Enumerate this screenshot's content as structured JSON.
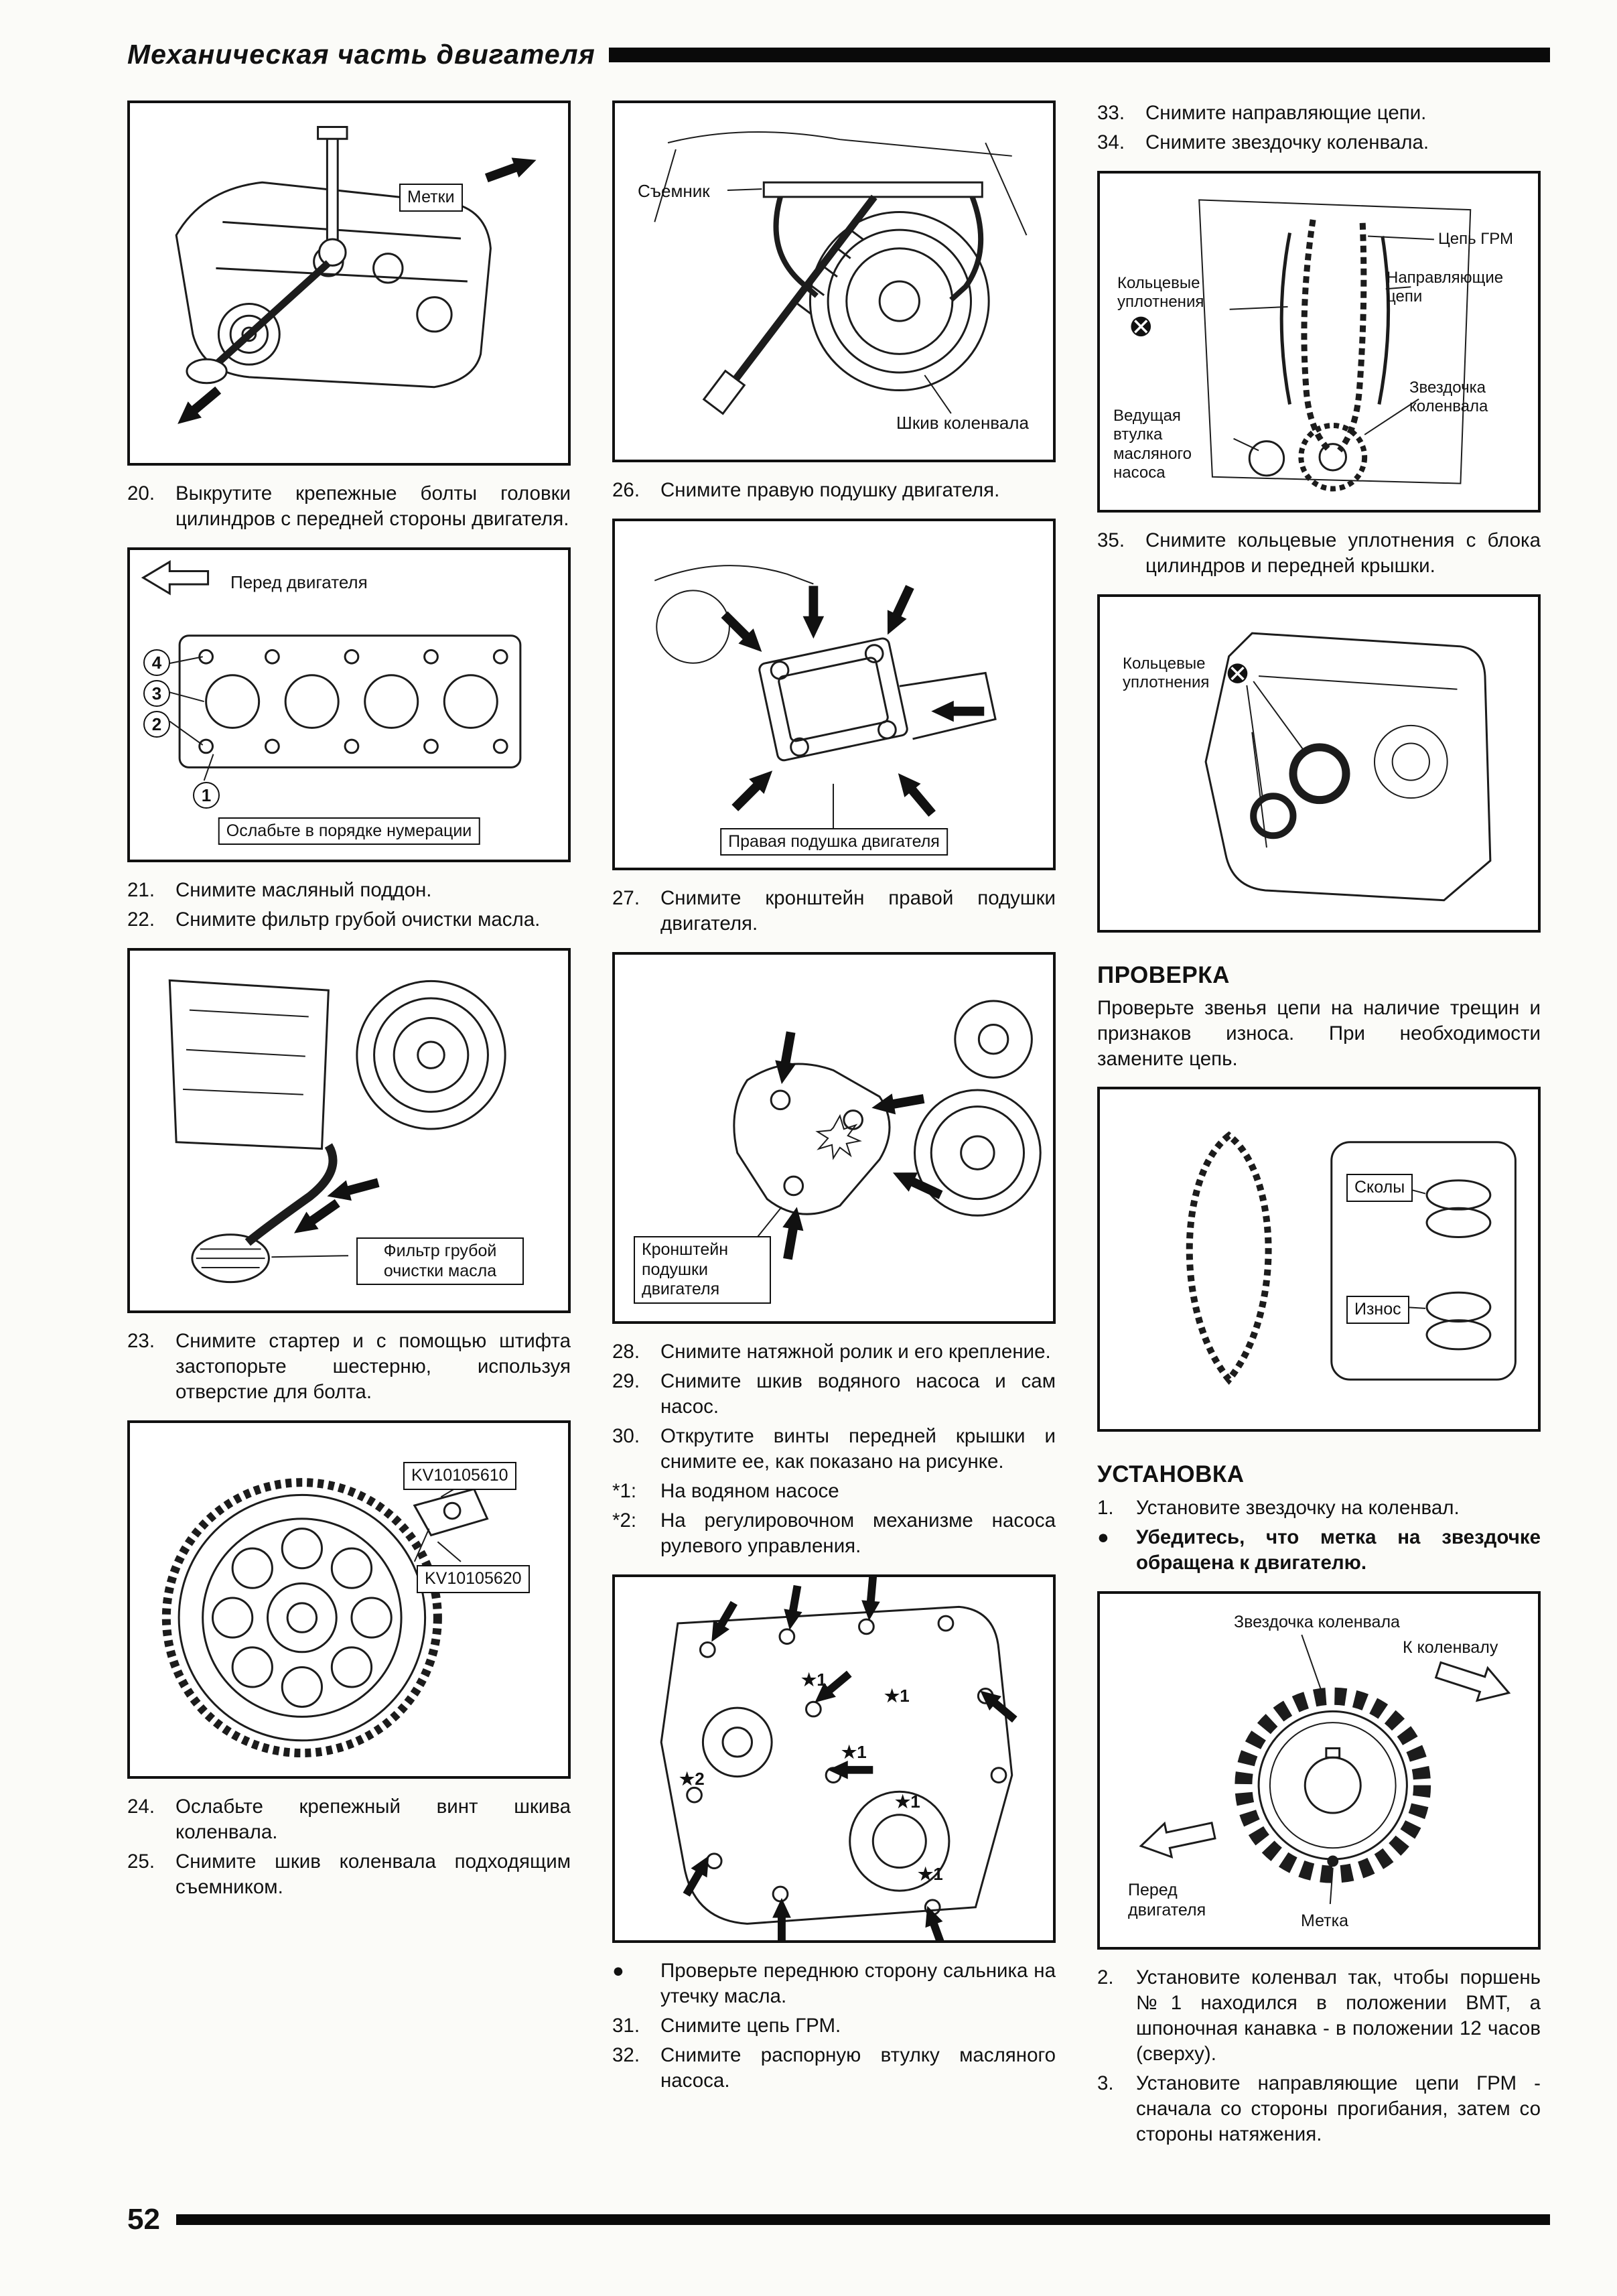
{
  "header": {
    "title": "Механическая часть двигателя"
  },
  "footer": {
    "page_number": "52"
  },
  "col1": {
    "fig_cam": {
      "label_marks": "Метки"
    },
    "item20": {
      "num": "20.",
      "text": "Выкрутите крепежные болты головки цилиндров с передней стороны двигателя."
    },
    "fig_head": {
      "label_front": "Перед двигателя",
      "numbers": [
        "4",
        "3",
        "2",
        "1"
      ],
      "caption": "Ослабьте в порядке нумерации"
    },
    "item21": {
      "num": "21.",
      "text": "Снимите масляный поддон."
    },
    "item22": {
      "num": "22.",
      "text": "Снимите фильтр грубой очистки масла."
    },
    "fig_filter": {
      "label": "Фильтр грубой очистки масла"
    },
    "item23": {
      "num": "23.",
      "text": "Снимите стартер и с помощью штифта застопорьте шестерню, используя отверстие для болта."
    },
    "fig_flywheel": {
      "label_tool1": "KV10105610",
      "label_tool2": "KV10105620"
    },
    "item24": {
      "num": "24.",
      "text": "Ослабьте крепежный винт шкива коленвала."
    },
    "item25": {
      "num": "25.",
      "text": "Снимите шкив коленвала подходящим съемником."
    }
  },
  "col2": {
    "fig_puller": {
      "label_puller": "Съемник",
      "label_pulley": "Шкив коленвала"
    },
    "item26": {
      "num": "26.",
      "text": "Снимите правую подушку двигателя."
    },
    "fig_mount": {
      "label": "Правая подушка двигателя"
    },
    "item27": {
      "num": "27.",
      "text": "Снимите кронштейн правой подушки двигателя."
    },
    "fig_bracket": {
      "label": "Кронштейн подушки двигателя"
    },
    "item28": {
      "num": "28.",
      "text": "Снимите натяжной ролик и его крепление."
    },
    "item29": {
      "num": "29.",
      "text": "Снимите шкив водяного насоса и сам насос."
    },
    "item30": {
      "num": "30.",
      "text": "Открутите винты передней крышки и снимите ее, как показано на рисунке."
    },
    "note1": {
      "num": "*1:",
      "text": "На водяном насосе"
    },
    "note2": {
      "num": "*2:",
      "text": "На регулировочном механизме насоса рулевого управления."
    },
    "fig_cover": {
      "star1": "★1",
      "star2": "★2"
    },
    "bullet1": {
      "num": "●",
      "text": "Проверьте переднюю сторону сальника на утечку масла."
    },
    "item31": {
      "num": "31.",
      "text": "Снимите цепь ГРМ."
    },
    "item32": {
      "num": "32.",
      "text": "Снимите распорную втулку масляного насоса."
    }
  },
  "col3": {
    "item33": {
      "num": "33.",
      "text": "Снимите направляющие цепи."
    },
    "item34": {
      "num": "34.",
      "text": "Снимите звездочку коленвала."
    },
    "fig_chain": {
      "label_chain": "Цепь ГРМ",
      "label_guides": "Направляющие цепи",
      "label_orings": "Кольцевые уплотнения",
      "label_sprocket": "Звездочка коленвала",
      "label_bushing": "Ведущая втулка масляного насоса"
    },
    "item35": {
      "num": "35.",
      "text": "Снимите кольцевые уплотнения с блока цилиндров и передней крышки."
    },
    "fig_orings": {
      "label": "Кольцевые уплотнения"
    },
    "check_heading": "ПРОВЕРКА",
    "check_text": "Проверьте звенья цепи на наличие трещин и признаков износа. При необходимости замените цепь.",
    "fig_check": {
      "label_chips": "Сколы",
      "label_wear": "Износ"
    },
    "install_heading": "УСТАНОВКА",
    "inst1": {
      "num": "1.",
      "text": "Установите звездочку на коленвал."
    },
    "inst_bullet": {
      "num": "●",
      "text": "Убедитесь, что метка на звездочке обращена к двигателю."
    },
    "fig_sprocket": {
      "label_sprocket": "Звездочка коленвала",
      "label_to_crank": "К коленвалу",
      "label_front": "Перед двигателя",
      "label_mark": "Метка"
    },
    "inst2": {
      "num": "2.",
      "text": "Установите коленвал так, чтобы поршень №1 находился в положении ВМТ, а шпоночная канавка - в положении 12 часов (сверху)."
    },
    "inst3": {
      "num": "3.",
      "text": "Установите направляющие цепи ГРМ - сначала со стороны прогибания, затем со стороны натяжения."
    }
  }
}
